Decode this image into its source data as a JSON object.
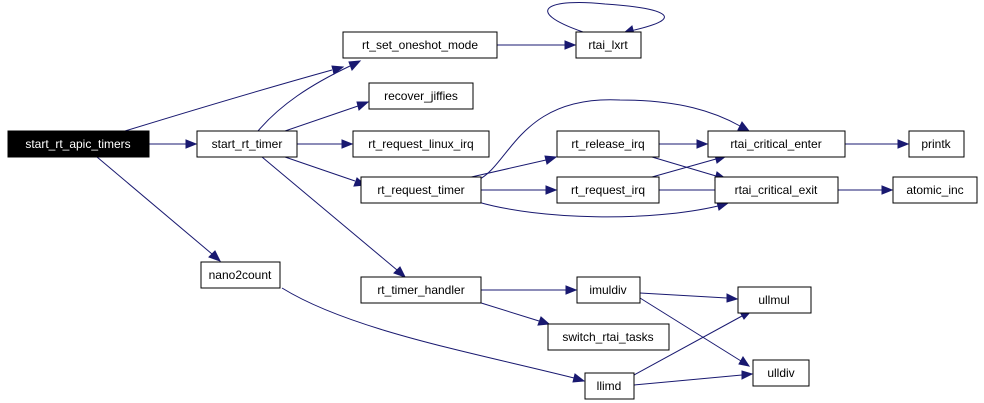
{
  "graph": {
    "nodes": {
      "start_rt_apic_timers": "start_rt_apic_timers",
      "start_rt_timer": "start_rt_timer",
      "nano2count": "nano2count",
      "rt_set_oneshot_mode": "rt_set_oneshot_mode",
      "rtai_lxrt": "rtai_lxrt",
      "recover_jiffies": "recover_jiffies",
      "rt_request_linux_irq": "rt_request_linux_irq",
      "rt_request_timer": "rt_request_timer",
      "rt_release_irq": "rt_release_irq",
      "rt_request_irq": "rt_request_irq",
      "rtai_critical_enter": "rtai_critical_enter",
      "rtai_critical_exit": "rtai_critical_exit",
      "printk": "printk",
      "atomic_inc": "atomic_inc",
      "rt_timer_handler": "rt_timer_handler",
      "imuldiv": "imuldiv",
      "switch_rtai_tasks": "switch_rtai_tasks",
      "ullmul": "ullmul",
      "ulldiv": "ulldiv",
      "llimd": "llimd"
    },
    "colors": {
      "edge": "#191970",
      "root_fill": "#000000",
      "root_text": "#ffffff",
      "node_border": "#000000",
      "background": "#ffffff"
    }
  }
}
